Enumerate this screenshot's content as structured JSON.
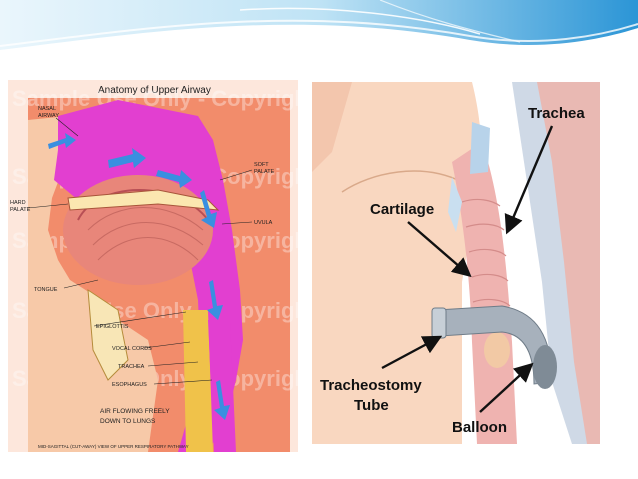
{
  "left_figure": {
    "title": "Anatomy of Upper Airway",
    "watermark": "Sample Use Only - Copyright",
    "labels": {
      "nasal_airway_1": "NASAL",
      "nasal_airway_2": "AIRWAY",
      "hard_palate_1": "HARD",
      "hard_palate_2": "PALATE",
      "soft_palate_1": "SOFT",
      "soft_palate_2": "PALATE",
      "uvula": "UVULA",
      "tongue": "TONGUE",
      "epiglottis": "EPIGLOTTIS",
      "vocal_cords": "VOCAL CORDS",
      "trachea": "TRACHEA",
      "esophagus": "ESOPHAGUS",
      "air_flow_1": "AIR FLOWING FREELY",
      "air_flow_2": "DOWN TO LUNGS",
      "caption": "MID-SAGITTAL (CUT-AWAY) VIEW OF UPPER RESPIRATORY PATHWAY"
    }
  },
  "right_figure": {
    "labels": {
      "trachea": "Trachea",
      "cartilage": "Cartilage",
      "tracheostomy_1": "Tracheostomy",
      "tracheostomy_2": "Tube",
      "balloon": "Balloon"
    }
  },
  "colors": {
    "banner_blue": "#2f9fd8",
    "airway_magenta": "#e23fd0",
    "background_salmon": "#f08a6a",
    "flow_arrow_blue": "#3a8fe0"
  }
}
